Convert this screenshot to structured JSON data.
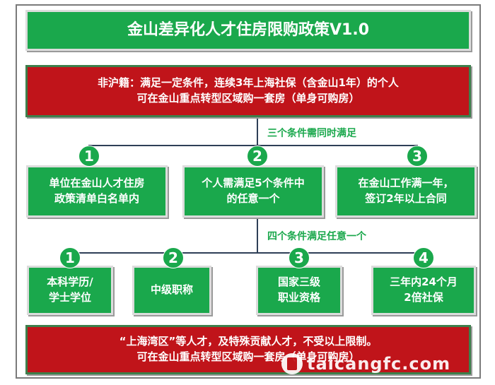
{
  "title": "金山差异化人才住房限购政策V1.0",
  "top_box": {
    "line1": "非沪籍：满足一定条件，连续3年上海社保（含金山1年）的个人",
    "line2": "可在金山重点转型区域购一套房（单身可购房）"
  },
  "note_all": "三个条件需同时满足",
  "conditions": [
    {
      "num": "1",
      "line1": "单位在金山人才住房",
      "line2": "政策清单白名单内"
    },
    {
      "num": "2",
      "line1": "个人需满足5个条件中",
      "line2": "的任意一个"
    },
    {
      "num": "3",
      "line1": "在金山工作满一年，",
      "line2": "签订2年以上合同"
    }
  ],
  "note_any": "四个条件满足任意一个",
  "options": [
    {
      "num": "1",
      "line1": "本科学历/",
      "line2": "学士学位"
    },
    {
      "num": "2",
      "line1": "中级职称",
      "line2": ""
    },
    {
      "num": "3",
      "line1": "国家三级",
      "line2": "职业资格"
    },
    {
      "num": "4",
      "line1": "三年内24个月",
      "line2": "2倍社保"
    }
  ],
  "bottom_box": {
    "line1": "“上海湾区”等人才，及特殊贡献人才，不受以上限制。",
    "line2": "可在金山重点转型区域购一套房（单身可购房）"
  },
  "watermark": "taicangfc.com",
  "colors": {
    "green": "#1aa84c",
    "red": "#c0141a",
    "line": "#2e3f57"
  }
}
